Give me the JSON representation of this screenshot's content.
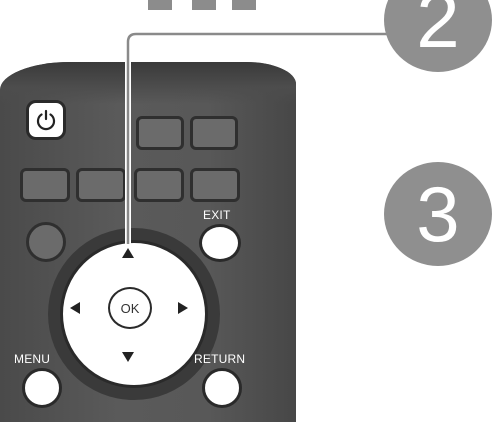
{
  "steps": {
    "step2": "2",
    "step3": "3"
  },
  "remote": {
    "power_icon": "power-icon",
    "exit_label": "EXIT",
    "menu_label": "MENU",
    "return_label": "RETURN",
    "ok_label": "OK"
  },
  "colors": {
    "remote_body": "#555555",
    "step_bubble": "#8f8f8f",
    "connector": "#8a8a8a"
  }
}
